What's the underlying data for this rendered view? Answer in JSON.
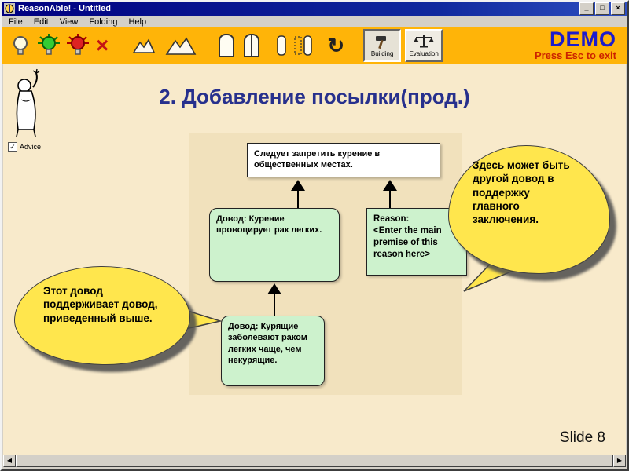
{
  "window": {
    "title": "ReasonAble! - Untitled",
    "menu": [
      "File",
      "Edit",
      "View",
      "Folding",
      "Help"
    ],
    "controls": {
      "minimize": "_",
      "maximize": "□",
      "close": "×"
    }
  },
  "toolbar": {
    "demo": "DEMO",
    "esc_hint": "Press Esc to exit",
    "building_label": "Building",
    "evaluation_label": "Evaluation",
    "delete_glyph": "×",
    "rotate_glyph": "↻"
  },
  "slide": {
    "title": "2. Добавление посылки(прод.)",
    "advice_label": "Advice",
    "advice_check": "✓",
    "number": "Slide 8"
  },
  "diagram": {
    "conclusion": "Следует запретить курение в общественных местах.",
    "reason_left": "Довод: Курение провоцирует рак легких.",
    "reason_right": "Reason:\n<Enter the main premise of this reason here>",
    "reason_bottom": "Довод: Курящие заболевают раком легких чаще, чем некурящие."
  },
  "callouts": {
    "right": "Здесь может быть другой довод в поддержку главного заключения.",
    "left": "Этот довод поддерживает довод, приведенный выше."
  },
  "scrollbar": {
    "left_glyph": "◀",
    "right_glyph": "▶"
  },
  "colors": {
    "titlebar": "#000080",
    "toolbar": "#FFB408",
    "slide_bg": "#F8EACB",
    "node_green": "#CDF2CD",
    "callout_yellow": "#FFE64D",
    "demo_blue": "#1C1CCD",
    "esc_red": "#CC2200",
    "title_text": "#27308D"
  }
}
